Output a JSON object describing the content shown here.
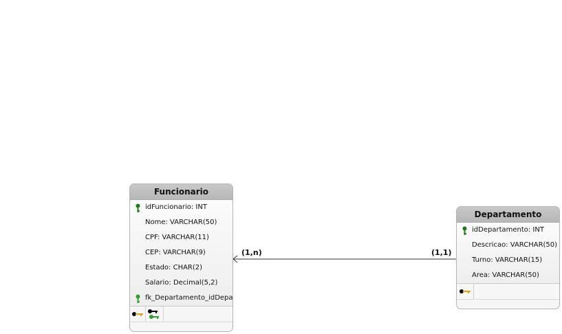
{
  "entities": {
    "funcionario": {
      "title": "Funcionario",
      "attributes": [
        {
          "label": "idFuncionario: INT",
          "key": "primary"
        },
        {
          "label": "Nome: VARCHAR(50)",
          "key": "none"
        },
        {
          "label": "CPF: VARCHAR(11)",
          "key": "none"
        },
        {
          "label": "CEP: VARCHAR(9)",
          "key": "none"
        },
        {
          "label": "Estado: CHAR(2)",
          "key": "none"
        },
        {
          "label": "Salario: Decimal(5,2)",
          "key": "none"
        },
        {
          "label": "fk_Departamento_idDepar",
          "key": "foreign"
        }
      ],
      "indexes": [
        "primary-key-icon",
        "foreign-key-icon"
      ]
    },
    "departamento": {
      "title": "Departamento",
      "attributes": [
        {
          "label": "idDepartamento: INT",
          "key": "primary"
        },
        {
          "label": "Descricao: VARCHAR(50)",
          "key": "none"
        },
        {
          "label": "Turno: VARCHAR(15)",
          "key": "none"
        },
        {
          "label": "Area: VARCHAR(50)",
          "key": "none"
        }
      ],
      "indexes": [
        "primary-key-icon"
      ]
    }
  },
  "relationship": {
    "cardinality_funcionario": "(1,n)",
    "cardinality_departamento": "(1,1)"
  },
  "colors": {
    "header": "#bcbcbc",
    "pk_key": "#1f7a1f",
    "fk_key": "#2e9e2e",
    "index_key_gold": "#d9a21b",
    "line": "#333333"
  }
}
